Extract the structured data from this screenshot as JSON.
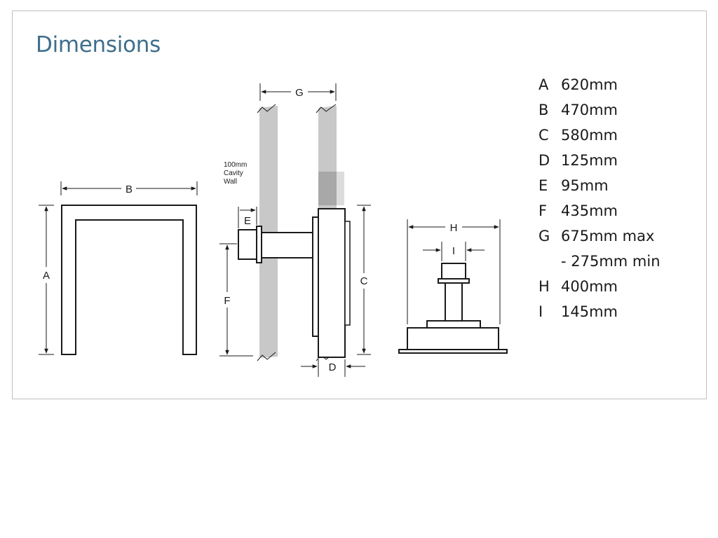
{
  "title": "Dimensions",
  "diagram": {
    "labels": {
      "a": "A",
      "b": "B",
      "c": "C",
      "d": "D",
      "e": "E",
      "f": "F",
      "g": "G",
      "h": "H",
      "i": "I"
    },
    "wall_note": [
      "100mm",
      "Cavity",
      "Wall"
    ]
  },
  "legend": [
    {
      "key": "A",
      "value": "620mm"
    },
    {
      "key": "B",
      "value": "470mm"
    },
    {
      "key": "C",
      "value": "580mm"
    },
    {
      "key": "D",
      "value": "125mm"
    },
    {
      "key": "E",
      "value": "95mm"
    },
    {
      "key": "F",
      "value": "435mm"
    },
    {
      "key": "G",
      "value": "675mm max"
    },
    {
      "key": "",
      "value": "- 275mm min"
    },
    {
      "key": "H",
      "value": "400mm"
    },
    {
      "key": "I",
      "value": "145mm"
    }
  ],
  "colors": {
    "title": "#3f6e8c",
    "wall": "#c8c8c8",
    "wall_dark": "#a8a8a8",
    "line": "#1a1a1a"
  }
}
